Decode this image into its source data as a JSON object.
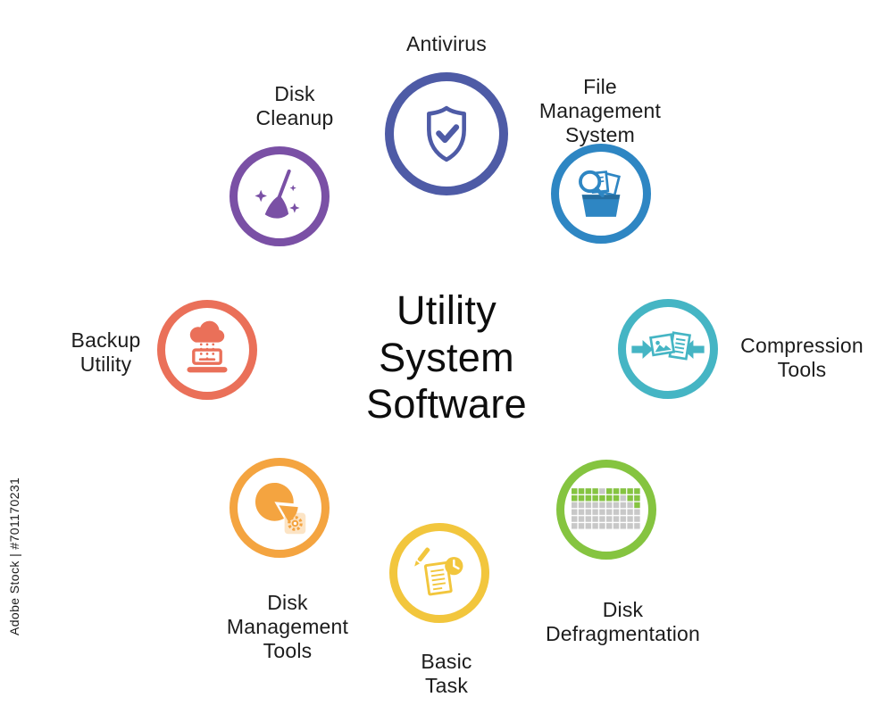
{
  "watermark": "Adobe Stock | #701170231",
  "title": {
    "text": "Utility\nSystem\nSoftware"
  },
  "nodes": [
    {
      "id": "antivirus",
      "label": "Antivirus",
      "color": "#4e5ba6",
      "icon": "shield-check-icon"
    },
    {
      "id": "file-management-system",
      "label": "File\nManagement\nSystem",
      "color": "#2e86c3",
      "icon": "box-search-documents-icon"
    },
    {
      "id": "compression-tools",
      "label": "Compression\nTools",
      "color": "#45b5c4",
      "icon": "compress-files-arrows-icon"
    },
    {
      "id": "disk-defragmentation",
      "label": "Disk\nDefragmentation",
      "color": "#85c440",
      "icon": "defrag-block-grid-icon"
    },
    {
      "id": "basic-task",
      "label": "Basic\nTask",
      "color": "#f2c63d",
      "icon": "task-document-pen-clock-icon"
    },
    {
      "id": "disk-management-tools",
      "label": "Disk\nManagement\nTools",
      "color": "#f4a440",
      "icon": "pie-chart-gear-icon"
    },
    {
      "id": "backup-utility",
      "label": "Backup\nUtility",
      "color": "#ea7059",
      "icon": "cloud-laptop-backup-icon"
    },
    {
      "id": "disk-cleanup",
      "label": "Disk\nCleanup",
      "color": "#7a50a5",
      "icon": "broom-sparkles-icon"
    }
  ]
}
